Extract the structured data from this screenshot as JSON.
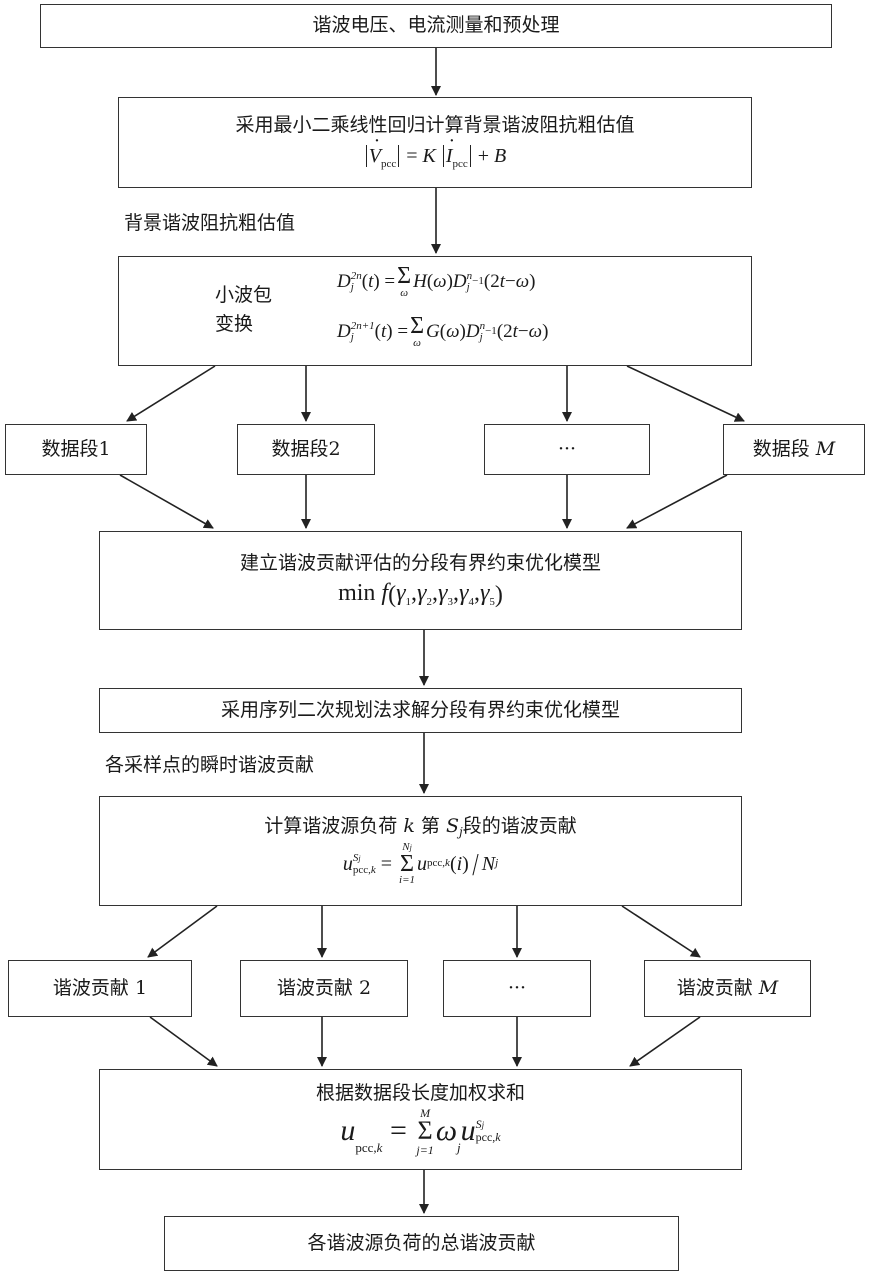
{
  "boxes": {
    "b1": "谐波电压、电流测量和预处理",
    "b2": "采用最小二乘线性回归计算背景谐波阻抗粗估值",
    "b2_eq": {
      "lhs": "V",
      "sub": "pcc",
      "k": "K",
      "rhs": "I",
      "plus": "+",
      "b": "B"
    },
    "b3": "小波包变换",
    "b3_eq1": "D_j^{2n}(t) = Σ_ω H(ω) D_{j-1}^n(2t − ω)",
    "b3_eq2": "D_j^{2n+1}(t) = Σ_ω G(ω) D_{j-1}^n(2t − ω)",
    "seg1": "数据段1",
    "seg2": "数据段2",
    "seg_dots": "···",
    "segM_prefix": "数据段",
    "segM_var": "M",
    "b4": "建立谐波贡献评估的分段有界约束优化模型",
    "b4_eq": "min f(γ1, γ2, γ3, γ4, γ5)",
    "b5": "采用序列二次规划法求解分段有界约束优化模型",
    "b6_prefix": "计算谐波源负荷",
    "b6_k": "k",
    "b6_mid": "第",
    "b6_s": "S",
    "b6_sj": "j",
    "b6_suffix": "段的谐波贡献",
    "b6_eq": "u_{pcc,k}^{S_j} = Σ_{i=1}^{N_j} u_{pcc,k}(i) / N_j",
    "c1": "谐波贡献 1",
    "c2": "谐波贡献 2",
    "c_dots": "···",
    "cM_prefix": "谐波贡献",
    "cM_var": "M",
    "b7": "根据数据段长度加权求和",
    "b7_eq": "u_{pcc,k} = Σ_{j=1}^{M} ω_j u_{pcc,k}^{S_j}",
    "b8": "各谐波源负荷的总谐波贡献"
  },
  "labels": {
    "after_b2": "背景谐波阻抗粗估值",
    "after_b5": "各采样点的瞬时谐波贡献"
  }
}
